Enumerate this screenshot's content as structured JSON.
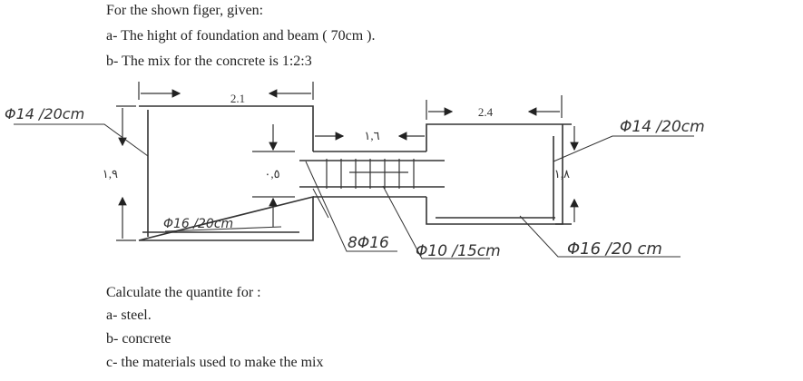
{
  "header": {
    "intro": "For the shown figer, given:",
    "given": [
      "a- The hight of foundation and beam ( 70cm ).",
      "b- The mix for the concrete is 1:2:3"
    ]
  },
  "diagram": {
    "left_width": "2.1",
    "left_height": "١,٩",
    "beam_length": "١,٦",
    "beam_depth": "٠,٥",
    "right_width": "2.4",
    "right_height": "١,٨",
    "label_left_vertical": "Φ14 /20cm",
    "label_left_bottom": "Φ16 /20cm",
    "label_beam_main": "8Φ16",
    "label_stirrups": "Φ10 /15cm",
    "label_right_vertical": "Φ14 /20cm",
    "label_right_bottom": "Φ16 /20 cm"
  },
  "task": {
    "prompt": "Calculate the quantite for :",
    "items": [
      "a- steel.",
      "b- concrete",
      "c- the materials used to make the mix"
    ]
  }
}
